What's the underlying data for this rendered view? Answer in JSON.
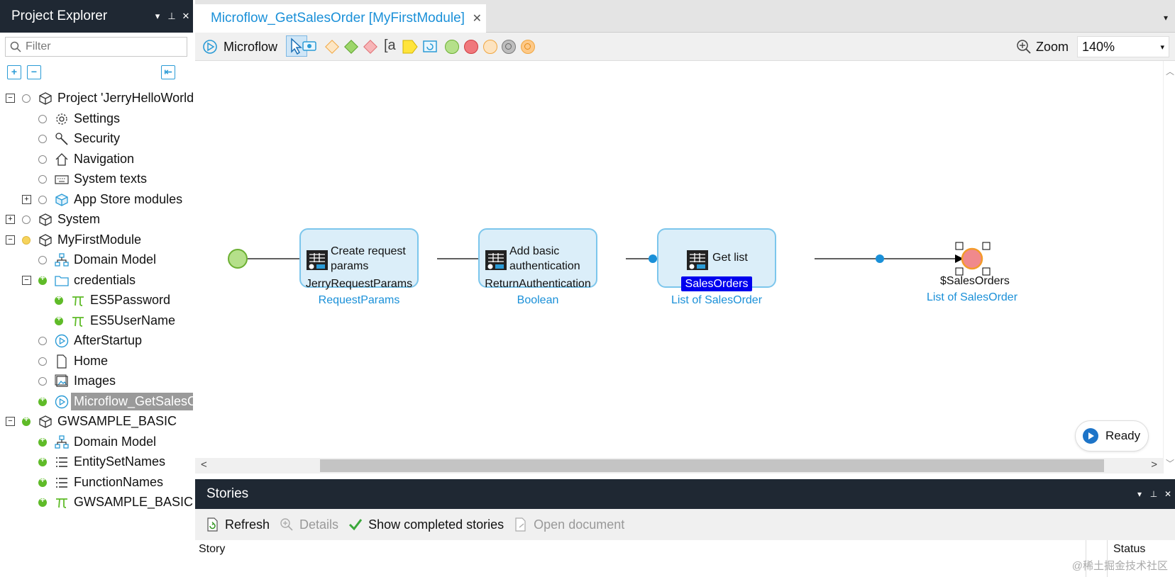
{
  "left_panel": {
    "title": "Project Explorer",
    "filter_placeholder": "Filter",
    "tree": [
      {
        "label": "Project 'JerryHelloWorld'",
        "icon": "cube-icon",
        "status": "empty",
        "expander": "minus"
      },
      {
        "label": "Settings",
        "icon": "gear-icon",
        "status": "empty"
      },
      {
        "label": "Security",
        "icon": "wrench-icon",
        "status": "empty"
      },
      {
        "label": "Navigation",
        "icon": "home-icon",
        "status": "empty"
      },
      {
        "label": "System texts",
        "icon": "keyboard-icon",
        "status": "empty"
      },
      {
        "label": "App Store modules",
        "icon": "box-icon",
        "status": "empty",
        "expander": "plus"
      },
      {
        "label": "System",
        "icon": "cube-icon",
        "status": "empty",
        "expander": "plus"
      },
      {
        "label": "MyFirstModule",
        "icon": "cube-icon",
        "status": "yellow",
        "expander": "minus"
      },
      {
        "label": "Domain Model",
        "icon": "hierarchy-icon",
        "status": "empty"
      },
      {
        "label": "credentials",
        "icon": "folder-icon",
        "status": "green",
        "expander": "minus"
      },
      {
        "label": "ES5Password",
        "icon": "pi-icon",
        "status": "green"
      },
      {
        "label": "ES5UserName",
        "icon": "pi-icon",
        "status": "green"
      },
      {
        "label": "AfterStartup",
        "icon": "microflow-icon",
        "status": "empty"
      },
      {
        "label": "Home",
        "icon": "page-icon",
        "status": "empty"
      },
      {
        "label": "Images",
        "icon": "images-icon",
        "status": "empty"
      },
      {
        "label": "Microflow_GetSalesOrder",
        "icon": "microflow-icon",
        "status": "green",
        "selected": true
      },
      {
        "label": "GWSAMPLE_BASIC",
        "icon": "cube-icon",
        "status": "green",
        "expander": "minus"
      },
      {
        "label": "Domain Model",
        "icon": "hierarchy-icon",
        "status": "green"
      },
      {
        "label": "EntitySetNames",
        "icon": "list-icon",
        "status": "green"
      },
      {
        "label": "FunctionNames",
        "icon": "list-icon",
        "status": "green"
      },
      {
        "label": "GWSAMPLE_BASIC",
        "icon": "pi-icon",
        "status": "green"
      }
    ]
  },
  "editor": {
    "tab_title": "Microflow_GetSalesOrder [MyFirstModule]",
    "toolbar": {
      "microflow_label": "Microflow",
      "zoom_label": "Zoom",
      "zoom_value": "140%"
    },
    "activities": [
      {
        "label": "Create request params",
        "var": "JerryRequestParams",
        "type": "RequestParams"
      },
      {
        "label": "Add basic authentication",
        "var": "ReturnAuthentication",
        "type": "Boolean"
      },
      {
        "label": "Get list",
        "var": "SalesOrders",
        "type": "List of SalesOrder"
      }
    ],
    "end_event": {
      "var": "$SalesOrders",
      "type": "List of SalesOrder"
    },
    "status": "Ready"
  },
  "stories": {
    "title": "Stories",
    "actions": {
      "refresh": "Refresh",
      "details": "Details",
      "show_completed": "Show completed stories",
      "open_document": "Open document"
    },
    "columns": {
      "story": "Story",
      "status": "Status"
    }
  },
  "watermark": "@稀土掘金技术社区",
  "colors": {
    "header_bg": "#1f2833",
    "accent_blue": "#1a90d8",
    "activity_fill": "#dbeef9",
    "activity_border": "#7cc6ec",
    "start_green": "#b5e08a",
    "end_red": "#f0898c",
    "selected_var_bg": "#0000ee"
  }
}
